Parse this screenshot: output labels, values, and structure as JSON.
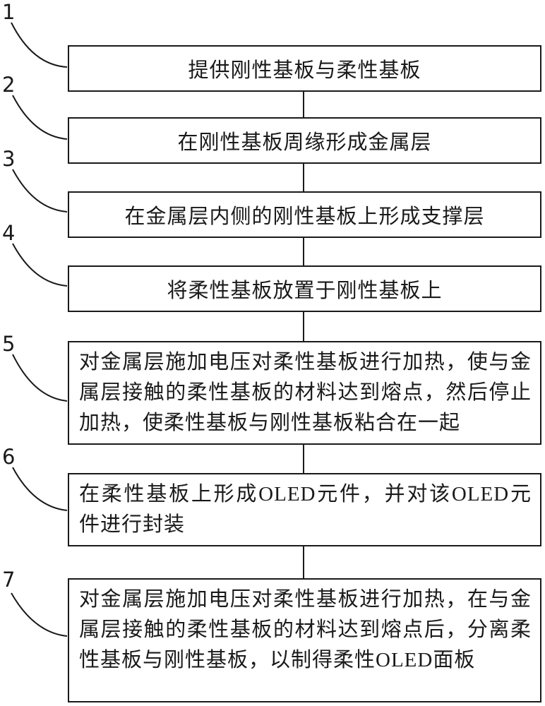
{
  "figure": {
    "type": "process-flowchart",
    "title": "",
    "colors": {
      "line": "#1a1a1a",
      "text": "#1a1a1a",
      "background": "#ffffff"
    },
    "steps": [
      {
        "number": "1",
        "text": "提供刚性基板与柔性基板"
      },
      {
        "number": "2",
        "text": "在刚性基板周缘形成金属层"
      },
      {
        "number": "3",
        "text": "在金属层内侧的刚性基板上形成支撑层"
      },
      {
        "number": "4",
        "text": "将柔性基板放置于刚性基板上"
      },
      {
        "number": "5",
        "text": "对金属层施加电压对柔性基板进行加热，使与金属层接触的柔性基板的材料达到熔点，然后停止加热，使柔性基板与刚性基板粘合在一起"
      },
      {
        "number": "6",
        "text": "在柔性基板上形成OLED元件，并对该OLED元件进行封装"
      },
      {
        "number": "7",
        "text": "对金属层施加电压对柔性基板进行加热，在与金属层接触的柔性基板的材料达到熔点后，分离柔性基板与刚性基板，以制得柔性OLED面板"
      }
    ]
  }
}
